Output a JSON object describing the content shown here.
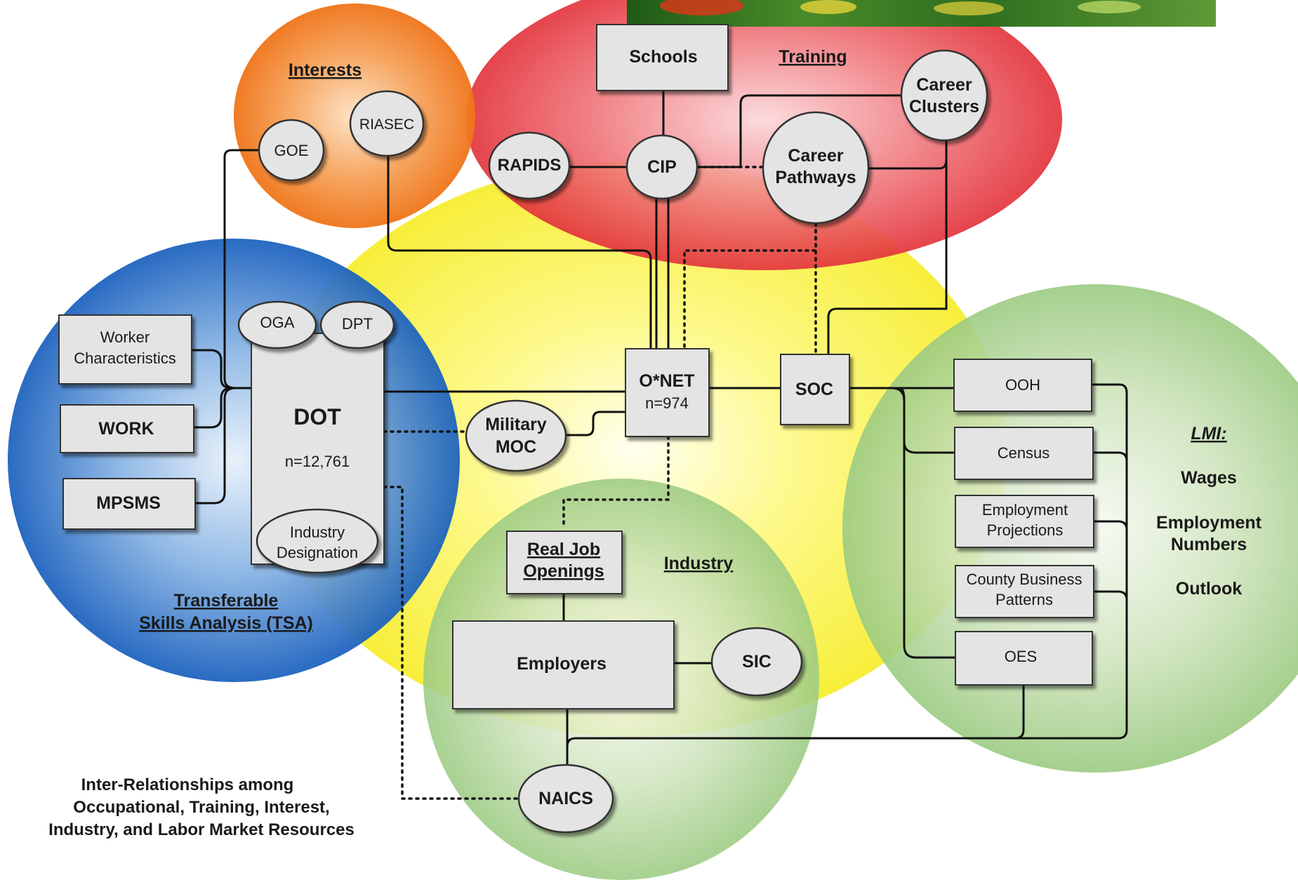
{
  "areas": {
    "interests": "Interests",
    "training": "Training",
    "industry": "Industry",
    "tsa_line1": "Transferable",
    "tsa_line2": "Skills Analysis (TSA)",
    "lmi": "LMI:"
  },
  "lmi_items": [
    "Wages",
    "Employment",
    "Numbers",
    "Outlook"
  ],
  "nodes": {
    "schools": "Schools",
    "riasec": "RIASEC",
    "goe": "GOE",
    "rapids": "RAPIDS",
    "cip": "CIP",
    "career_pathways": [
      "Career",
      "Pathways"
    ],
    "career_clusters": [
      "Career",
      "Clusters"
    ],
    "worker_characteristics": [
      "Worker",
      "Characteristics"
    ],
    "work": "WORK",
    "mpsms": "MPSMS",
    "oga": "OGA",
    "dpt": "DPT",
    "dot": "DOT",
    "dot_n": "n=12,761",
    "industry_designation": [
      "Industry",
      "Designation"
    ],
    "onet": "O*NET",
    "onet_n": "n=974",
    "military_moc": [
      "Military",
      "MOC"
    ],
    "soc": "SOC",
    "ooh": "OOH",
    "census": "Census",
    "employment_projections": [
      "Employment",
      "Projections"
    ],
    "county_business_patterns": [
      "County Business",
      "Patterns"
    ],
    "oes": "OES",
    "real_job_openings": [
      "Real Job",
      "Openings"
    ],
    "employers": "Employers",
    "sic": "SIC",
    "naics": "NAICS"
  },
  "caption": [
    "Inter-Relationships among",
    "Occupational, Training, Interest,",
    "Industry, and Labor Market Resources"
  ],
  "colors": {
    "interests": "#f07a1e",
    "training": "#e8343c",
    "tsa": "#1a64c0",
    "center": "#fbf55a",
    "industry": "#a6cf8a",
    "lmi": "#a6cf8a",
    "node_fill": "#e4e4e4",
    "banner": "#2e6e1e"
  }
}
